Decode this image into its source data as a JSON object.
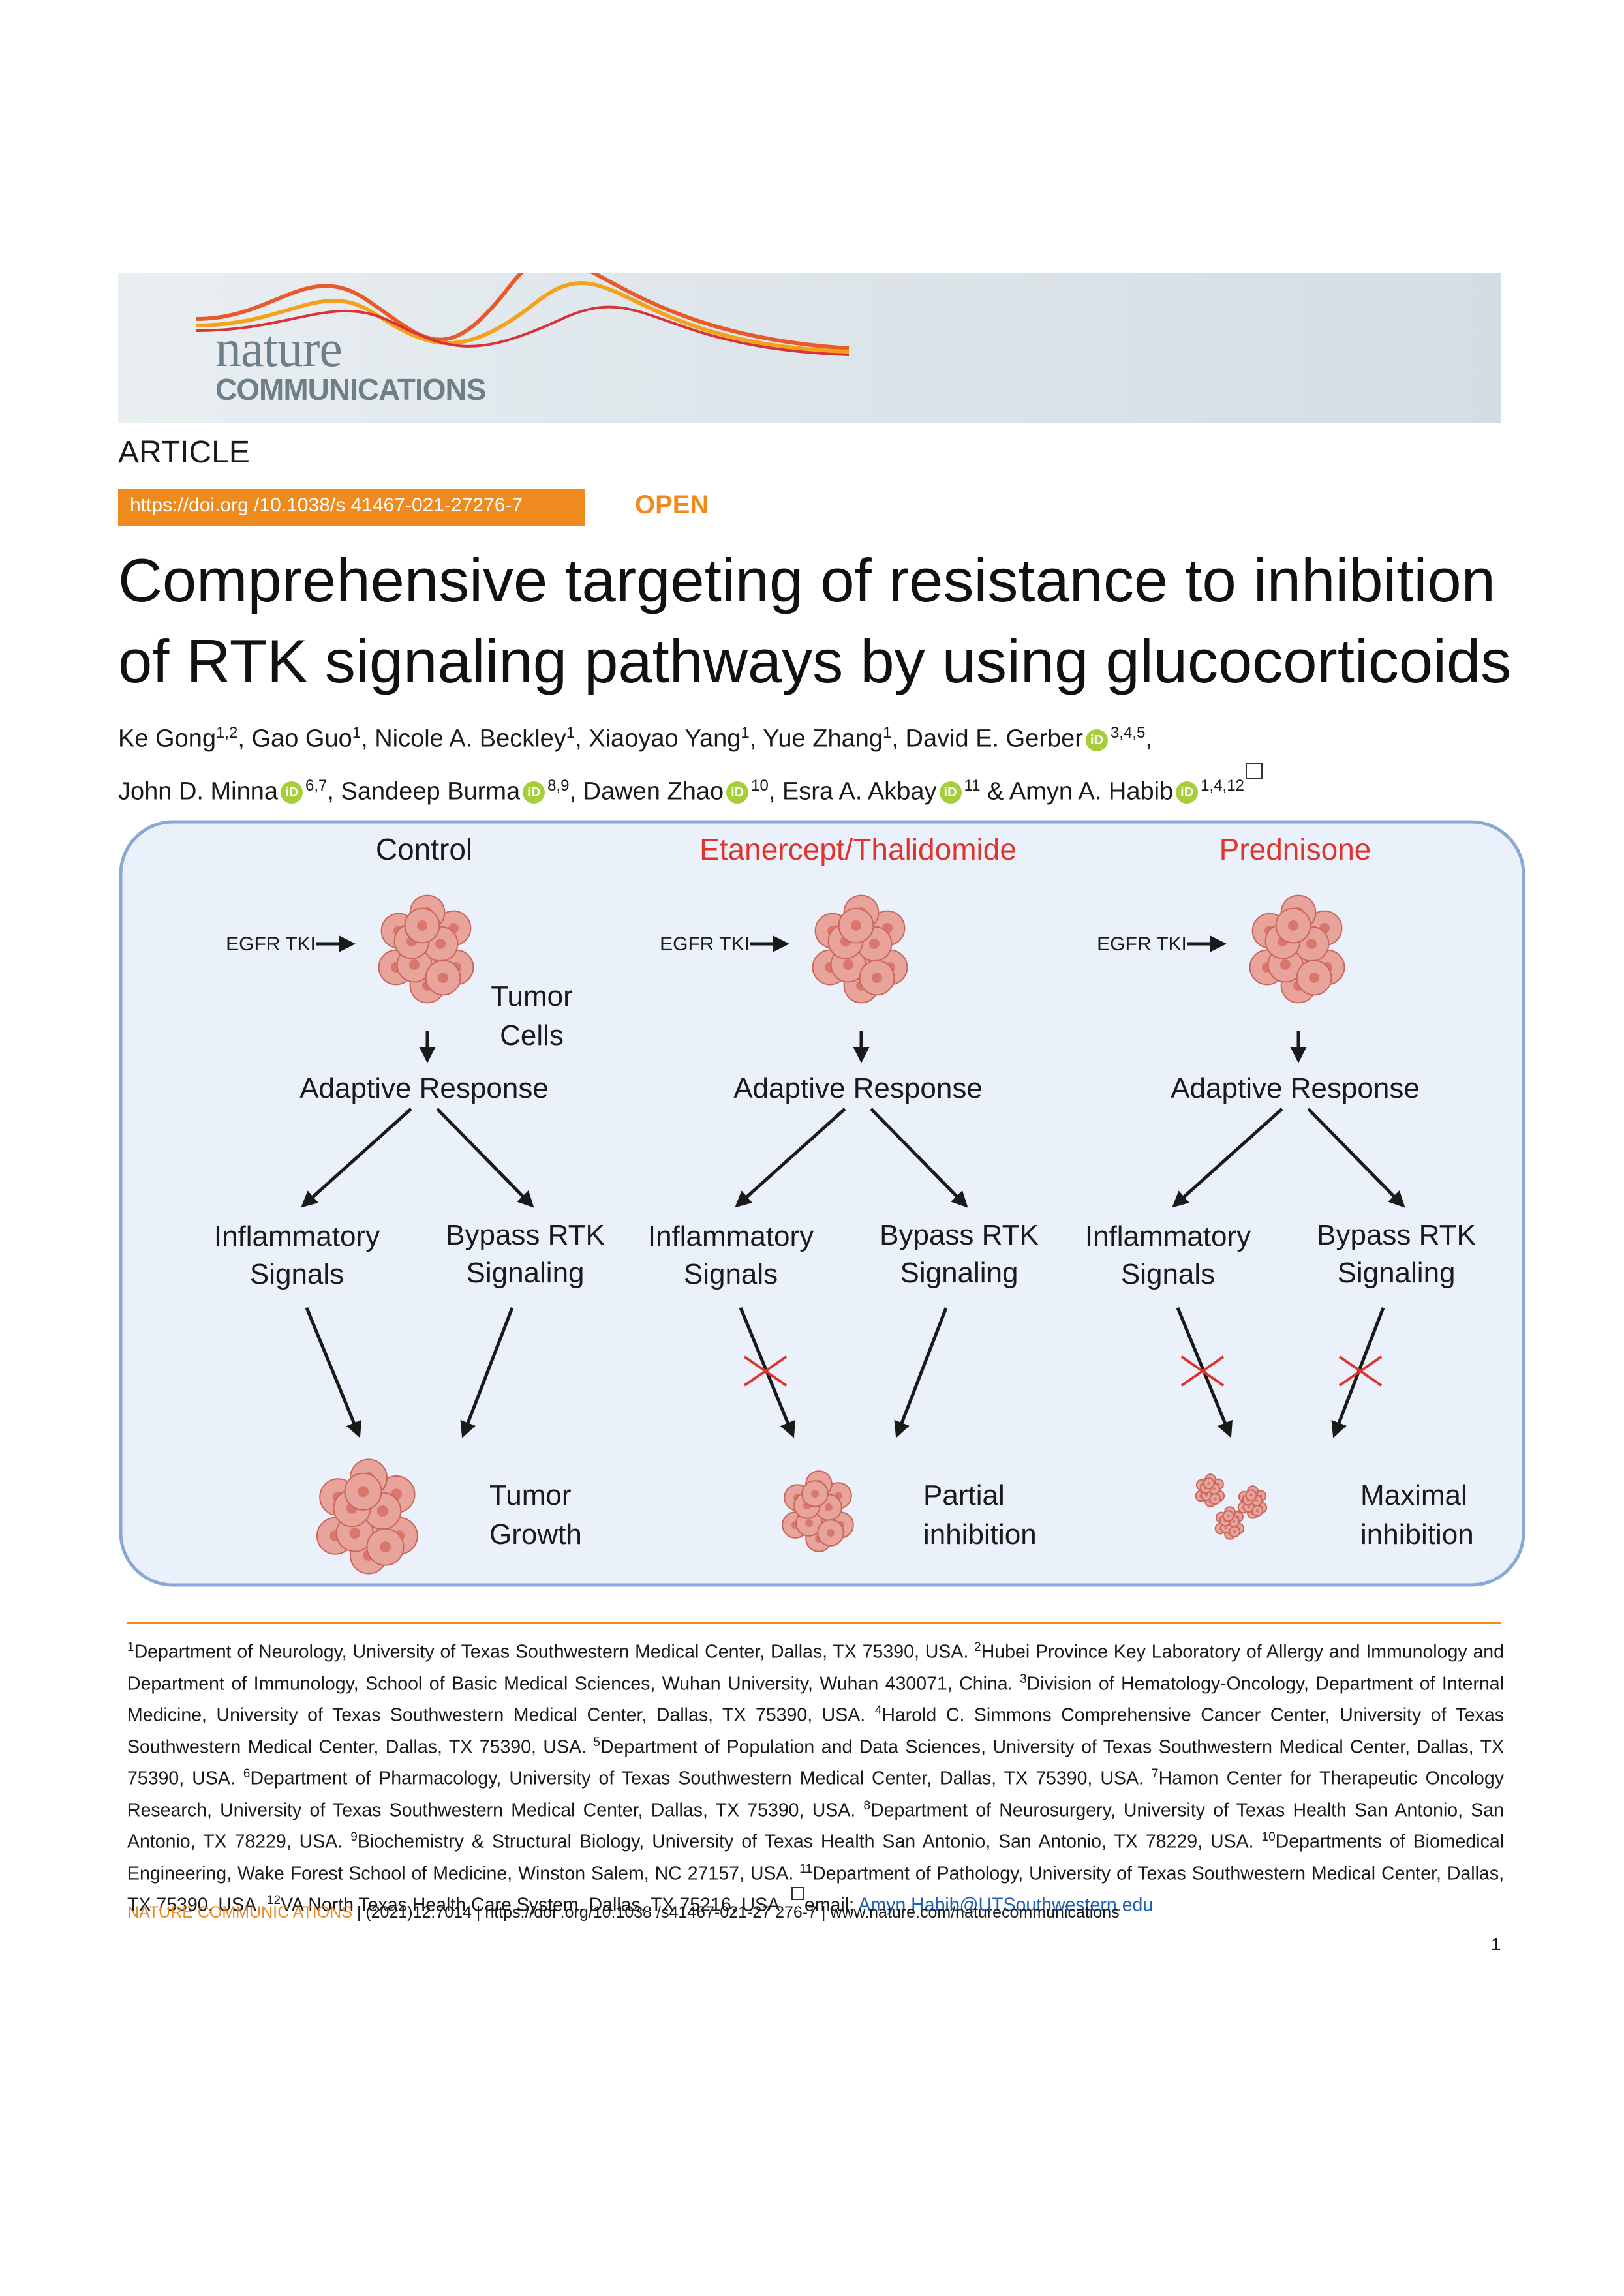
{
  "header": {
    "journal_line1": "nature",
    "journal_line2": "COMMUNICATIONS",
    "article_type": "ARTICLE",
    "doi": "https://doi.org /10.1038/s 41467-021-27276-7",
    "access": "OPEN"
  },
  "title": "Comprehensive targeting of resistance to inhibition of RTK  signaling pathways by using glucocorticoids",
  "authors": [
    {
      "name": "Ke Gong",
      "sup": "1,2",
      "orcid": false
    },
    {
      "name": "Gao Guo",
      "sup": "1",
      "orcid": false
    },
    {
      "name": "Nicole A. Beckley",
      "sup": "1",
      "orcid": false
    },
    {
      "name": "Xiaoyao Yang",
      "sup": "1",
      "orcid": false
    },
    {
      "name": "Yue Zhang",
      "sup": "1",
      "orcid": false
    },
    {
      "name": "David E. Gerber",
      "sup": "3,4,5",
      "orcid": true
    },
    {
      "name": "John D. Minna",
      "sup": "6,7",
      "orcid": true
    },
    {
      "name": "Sandeep Burma",
      "sup": "8,9",
      "orcid": true
    },
    {
      "name": "Dawen Zhao",
      "sup": "10",
      "orcid": true
    },
    {
      "name": "Esra A. Akbay",
      "sup": "11",
      "orcid": true
    },
    {
      "name": "Amyn A. Habib",
      "sup": "1,4,12",
      "orcid": true
    }
  ],
  "figure": {
    "panels": [
      {
        "heading": "Control",
        "heading_color": "#1a1a1a",
        "drug": "EGFR TKI",
        "cell_label_1": "Tumor",
        "cell_label_2": "Cells",
        "response": "Adaptive Response",
        "left_1": "Inflammatory",
        "left_2": "Signals",
        "right_1": "Bypass RTK",
        "right_2": "Signaling",
        "left_blocked": false,
        "right_blocked": false,
        "outcome_1": "Tumor",
        "outcome_2": "Growth"
      },
      {
        "heading": "Etanercept/Thalidomide",
        "heading_color": "#e0332b",
        "drug": "EGFR TKI",
        "cell_label_1": "",
        "cell_label_2": "",
        "response": "Adaptive Response",
        "left_1": "Inflammatory",
        "left_2": "Signals",
        "right_1": "Bypass RTK",
        "right_2": "Signaling",
        "left_blocked": true,
        "right_blocked": false,
        "outcome_1": "Partial",
        "outcome_2": "inhibition"
      },
      {
        "heading": "Prednisone",
        "heading_color": "#e0332b",
        "drug": "EGFR TKI",
        "cell_label_1": "",
        "cell_label_2": "",
        "response": "Adaptive Response",
        "left_1": "Inflammatory",
        "left_2": "Signals",
        "right_1": "Bypass RTK",
        "right_2": "Signaling",
        "left_blocked": true,
        "right_blocked": true,
        "outcome_1": "Maximal",
        "outcome_2": "inhibition"
      }
    ],
    "colors": {
      "panel_bg": "#eaf1fa",
      "panel_border": "#8aa7d6",
      "cell_fill": "#e8a39b",
      "cell_dark": "#d9776c",
      "block_x": "#e0332b"
    }
  },
  "affiliations": [
    {
      "sup": "1",
      "text": "Department of Neurology, University of Texas Southwestern Medical Center, Dallas, TX 75390, USA."
    },
    {
      "sup": "2",
      "text": "Hubei Province Key Laboratory of Allergy and Immunology and Department of Immunology, School of Basic Medical Sciences, Wuhan University, Wuhan 430071, China."
    },
    {
      "sup": "3",
      "text": "Division of Hematology-Oncology, Department of Internal Medicine, University of Texas Southwestern Medical Center, Dallas, TX 75390, USA."
    },
    {
      "sup": "4",
      "text": "Harold C. Simmons Comprehensive Cancer Center, University of Texas Southwestern Medical Center, Dallas, TX 75390, USA."
    },
    {
      "sup": "5",
      "text": "Department of Population and Data Sciences, University of Texas Southwestern Medical Center, Dallas, TX 75390, USA."
    },
    {
      "sup": "6",
      "text": "Department of Pharmacology, University of Texas Southwestern Medical Center, Dallas, TX 75390, USA."
    },
    {
      "sup": "7",
      "text": "Hamon Center for Therapeutic Oncology Research, University of Texas Southwestern Medical Center, Dallas, TX 75390, USA."
    },
    {
      "sup": "8",
      "text": "Department of Neurosurgery, University of Texas Health San Antonio, San Antonio, TX 78229, USA."
    },
    {
      "sup": "9",
      "text": "Biochemistry & Structural Biology, University of Texas Health San Antonio, San Antonio, TX 78229, USA."
    },
    {
      "sup": "10",
      "text": "Departments of Biomedical Engineering, Wake Forest School of Medicine, Winston Salem, NC 27157, USA."
    },
    {
      "sup": "11",
      "text": "Department of Pathology, University of Texas Southwestern Medical Center, Dallas, TX 75390, USA."
    },
    {
      "sup": "12",
      "text": "VA North Texas Health Care System, Dallas, TX 75216, USA."
    }
  ],
  "email_label": "email:",
  "email": "Amyn.Habib@UTSouthwestern.edu",
  "footer": {
    "journal": "NATURE COMMUNIC ATIONS",
    "citation": " | (2021)12:7014 | https://doi .org/10.1038 /s41467-021-27 276-7 | www.nature.com/naturecommunications"
  },
  "page_number": "1"
}
